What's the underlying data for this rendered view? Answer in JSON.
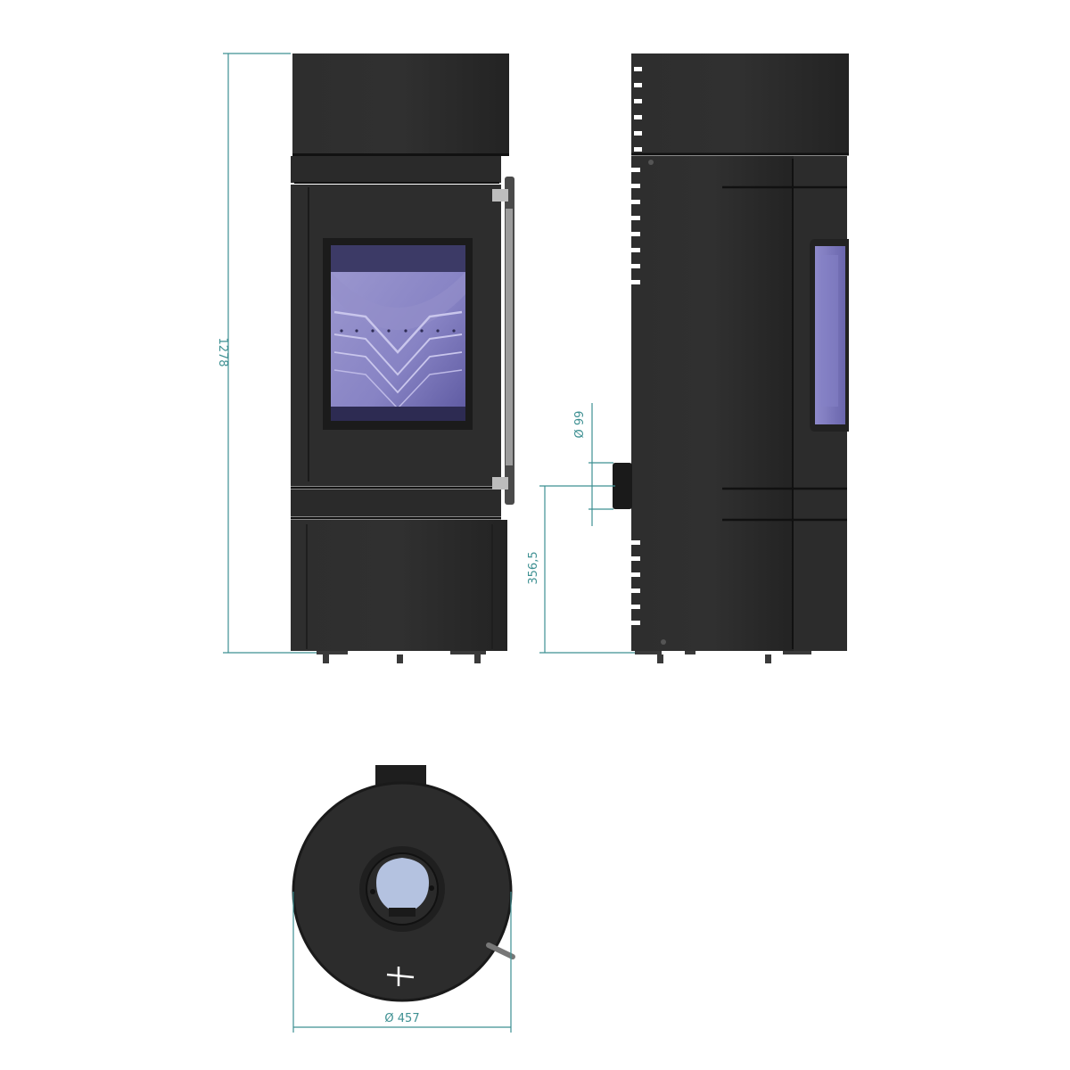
{
  "colors": {
    "background": "#ffffff",
    "body": "#2b2b2b",
    "body_dark": "#1f1f1f",
    "seam": "#111111",
    "glass": "#7b77b8",
    "glass_light": "#aaa6d8",
    "glass_frame": "#3a3a58",
    "flue_light": "#b4c2e0",
    "handle": "#b8b8b8",
    "dimension": "#3e9092"
  },
  "dimensions": {
    "height_label": "1278",
    "flue_diameter_label": "Ø 99",
    "flue_height_label": "356,5",
    "diameter_label": "Ø 457"
  }
}
